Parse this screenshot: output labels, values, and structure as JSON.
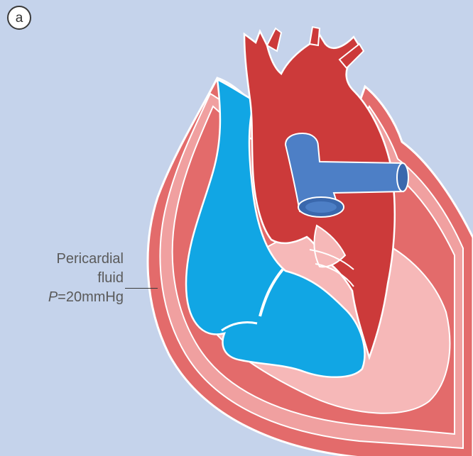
{
  "panel": {
    "label": "a"
  },
  "annotation": {
    "line1": "Pericardial",
    "line2": "fluid",
    "pressure_var": "P",
    "pressure_op": "=",
    "pressure_value": "20mmHg"
  },
  "colors": {
    "background": "#c5d3eb",
    "myocardium_outer": "#e36b6b",
    "myocardium_light": "#f6b8b8",
    "deoxygenated_blood": "#11a6e4",
    "oxygenated_blood": "#cc3a3a",
    "pulmonary_artery": "#4d7fc6",
    "outline": "#ffffff"
  }
}
